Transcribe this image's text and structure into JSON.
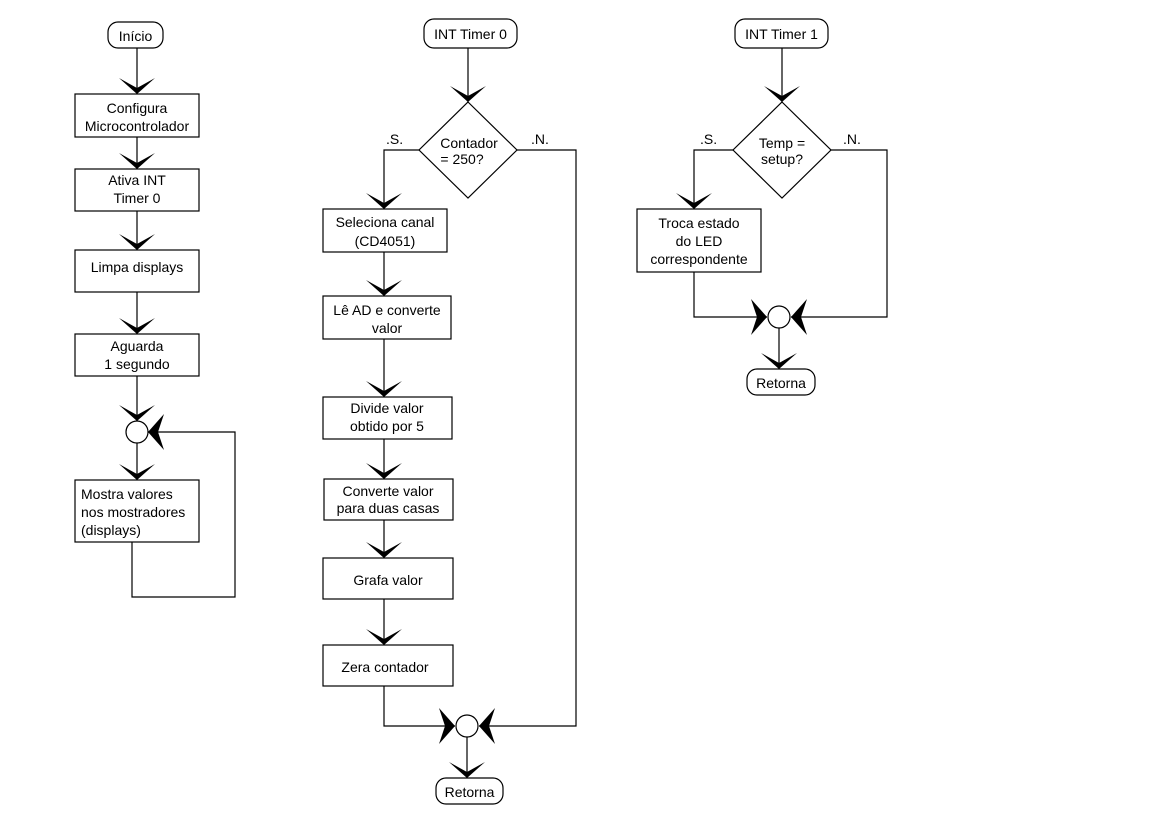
{
  "flows": [
    {
      "start": "Início",
      "steps": [
        [
          "Configura",
          "Microcontrolador"
        ],
        [
          "Ativa INT",
          "Timer 0"
        ],
        [
          "Limpa displays"
        ],
        [
          "Aguarda",
          "1 segundo"
        ],
        [
          "Mostra valores",
          "nos mostradores",
          "(displays)"
        ]
      ]
    },
    {
      "start": "INT Timer 0",
      "decision": [
        "Contador",
        "= 250?"
      ],
      "yes_label": ".S.",
      "no_label": ".N.",
      "steps": [
        [
          "Seleciona canal",
          "(CD4051)"
        ],
        [
          "Lê AD e converte",
          "valor"
        ],
        [
          "Divide valor",
          "obtido por 5"
        ],
        [
          "Converte valor",
          "para duas casas"
        ],
        [
          "Grafa valor"
        ],
        [
          "Zera contador"
        ]
      ],
      "end": "Retorna"
    },
    {
      "start": "INT Timer 1",
      "decision": [
        "Temp =",
        "setup?"
      ],
      "yes_label": ".S.",
      "no_label": ".N.",
      "steps": [
        [
          "Troca estado",
          "do LED",
          "correspondente"
        ]
      ],
      "end": "Retorna"
    }
  ]
}
